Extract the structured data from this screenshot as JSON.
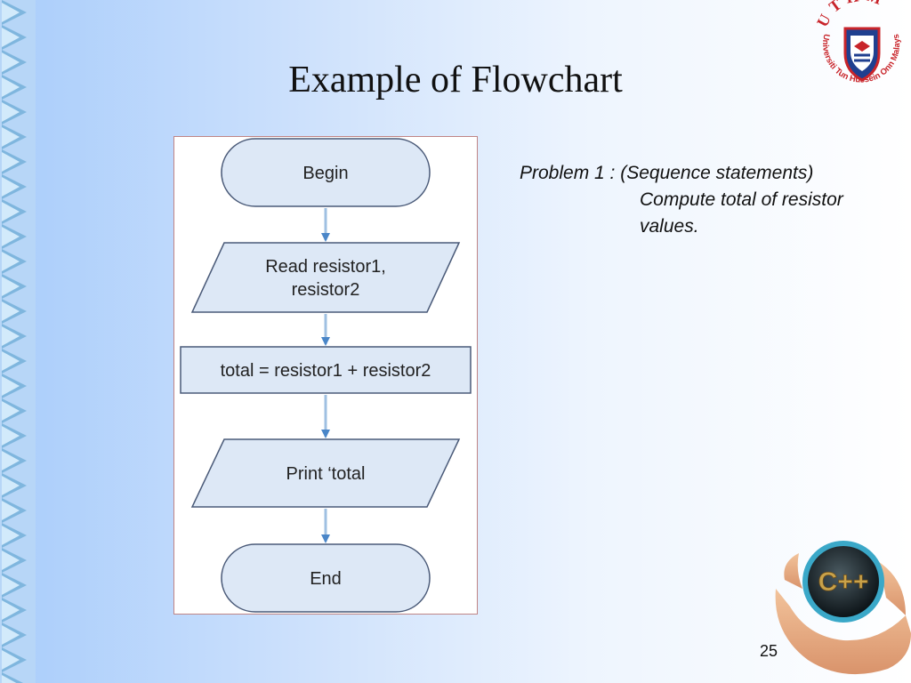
{
  "slide": {
    "title": "Example of Flowchart",
    "page_number": "25"
  },
  "flowchart": {
    "nodes": [
      {
        "id": "begin",
        "shape": "terminator",
        "lines": [
          "Begin"
        ]
      },
      {
        "id": "read",
        "shape": "parallelogram",
        "lines": [
          "Read resistor1,",
          "resistor2"
        ]
      },
      {
        "id": "compute",
        "shape": "process",
        "lines": [
          "total = resistor1 + resistor2"
        ]
      },
      {
        "id": "print",
        "shape": "parallelogram",
        "lines": [
          "Print ‘total"
        ]
      },
      {
        "id": "end",
        "shape": "terminator",
        "lines": [
          "End"
        ]
      }
    ],
    "edges": [
      [
        "begin",
        "read"
      ],
      [
        "read",
        "compute"
      ],
      [
        "compute",
        "print"
      ],
      [
        "print",
        "end"
      ]
    ]
  },
  "problem": {
    "line1": "Problem 1 : (Sequence statements)",
    "line2": "Compute total of resistor",
    "line3": "values."
  },
  "logo": {
    "arc_text": "UTHM",
    "ring_text": "Universiti Tun Hussein Onn Malaysia"
  },
  "badge": {
    "label": "C++"
  },
  "colors": {
    "node_fill": "#dde8f6",
    "node_stroke": "#4a5a78",
    "arrow": "#4a86c8",
    "logo_red": "#c8242a"
  }
}
